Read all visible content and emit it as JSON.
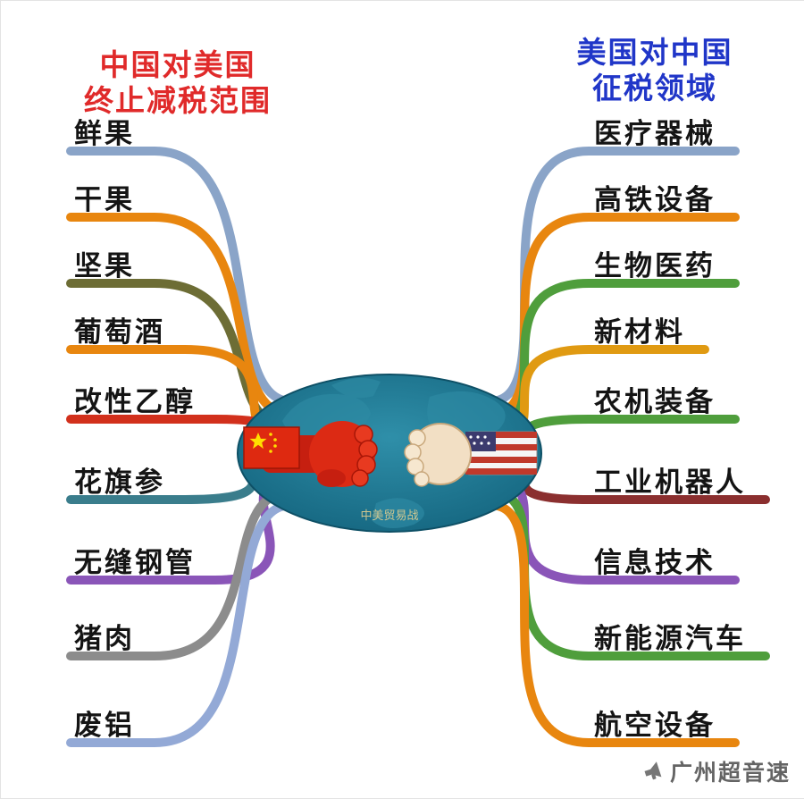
{
  "titles": {
    "left": {
      "line1": "中国对美国",
      "line2": "终止减税范围",
      "color": "#e02a2a"
    },
    "right": {
      "line1": "美国对中国",
      "line2": "征税领域",
      "color": "#2036c8"
    }
  },
  "center": {
    "caption": "中美贸易战",
    "left_flag": "中国",
    "right_flag": "美国"
  },
  "watermark": {
    "text": "广州超音速"
  },
  "diagram": {
    "type": "mindmap",
    "left_heading": "中国对美国终止减税范围",
    "right_heading": "美国对中国征税领域",
    "left_items": [
      {
        "label": "鲜果",
        "color": "#8aa4c8"
      },
      {
        "label": "干果",
        "color": "#e8860f"
      },
      {
        "label": "坚果",
        "color": "#6d6d35"
      },
      {
        "label": "葡萄酒",
        "color": "#e8860f"
      },
      {
        "label": "改性乙醇",
        "color": "#d2301c"
      },
      {
        "label": "花旗参",
        "color": "#3a7d8c"
      },
      {
        "label": "无缝钢管",
        "color": "#8a55b8"
      },
      {
        "label": "猪肉",
        "color": "#8c8c8c"
      },
      {
        "label": "废铝",
        "color": "#93a9d6"
      }
    ],
    "right_items": [
      {
        "label": "医疗器械",
        "color": "#8aa4c8"
      },
      {
        "label": "高铁设备",
        "color": "#e8860f"
      },
      {
        "label": "生物医药",
        "color": "#4f9e3c"
      },
      {
        "label": "新材料",
        "color": "#e09a12"
      },
      {
        "label": "农机装备",
        "color": "#4f9e3c"
      },
      {
        "label": "工业机器人",
        "color": "#8b2f2f"
      },
      {
        "label": "信息技术",
        "color": "#8a55b8"
      },
      {
        "label": "新能源汽车",
        "color": "#4f9e3c"
      },
      {
        "label": "航空设备",
        "color": "#e8860f"
      }
    ]
  }
}
